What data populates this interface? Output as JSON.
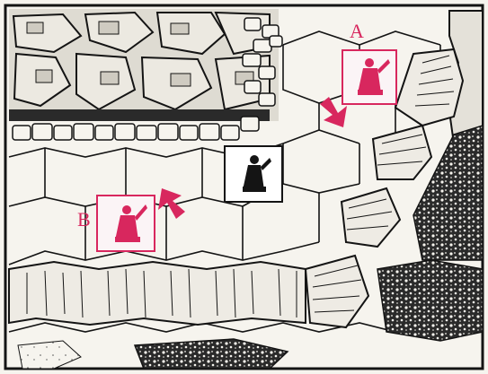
{
  "board": {
    "label_a": "A",
    "label_b": "B",
    "colors": {
      "ink": "#141414",
      "paper": "#f6f4ee",
      "accent": "#d8275e",
      "shadow": "#3a3a3a"
    }
  },
  "counters": [
    {
      "name": "counter-a",
      "figure": "wizard-figure",
      "color": "#d8275e"
    },
    {
      "name": "counter-center",
      "figure": "wizard-figure",
      "color": "#141414"
    },
    {
      "name": "counter-b",
      "figure": "wizard-figure",
      "color": "#d8275e"
    }
  ],
  "arrows": [
    {
      "name": "arrow-a",
      "direction": "down-right"
    },
    {
      "name": "arrow-b",
      "direction": "up-left"
    }
  ]
}
